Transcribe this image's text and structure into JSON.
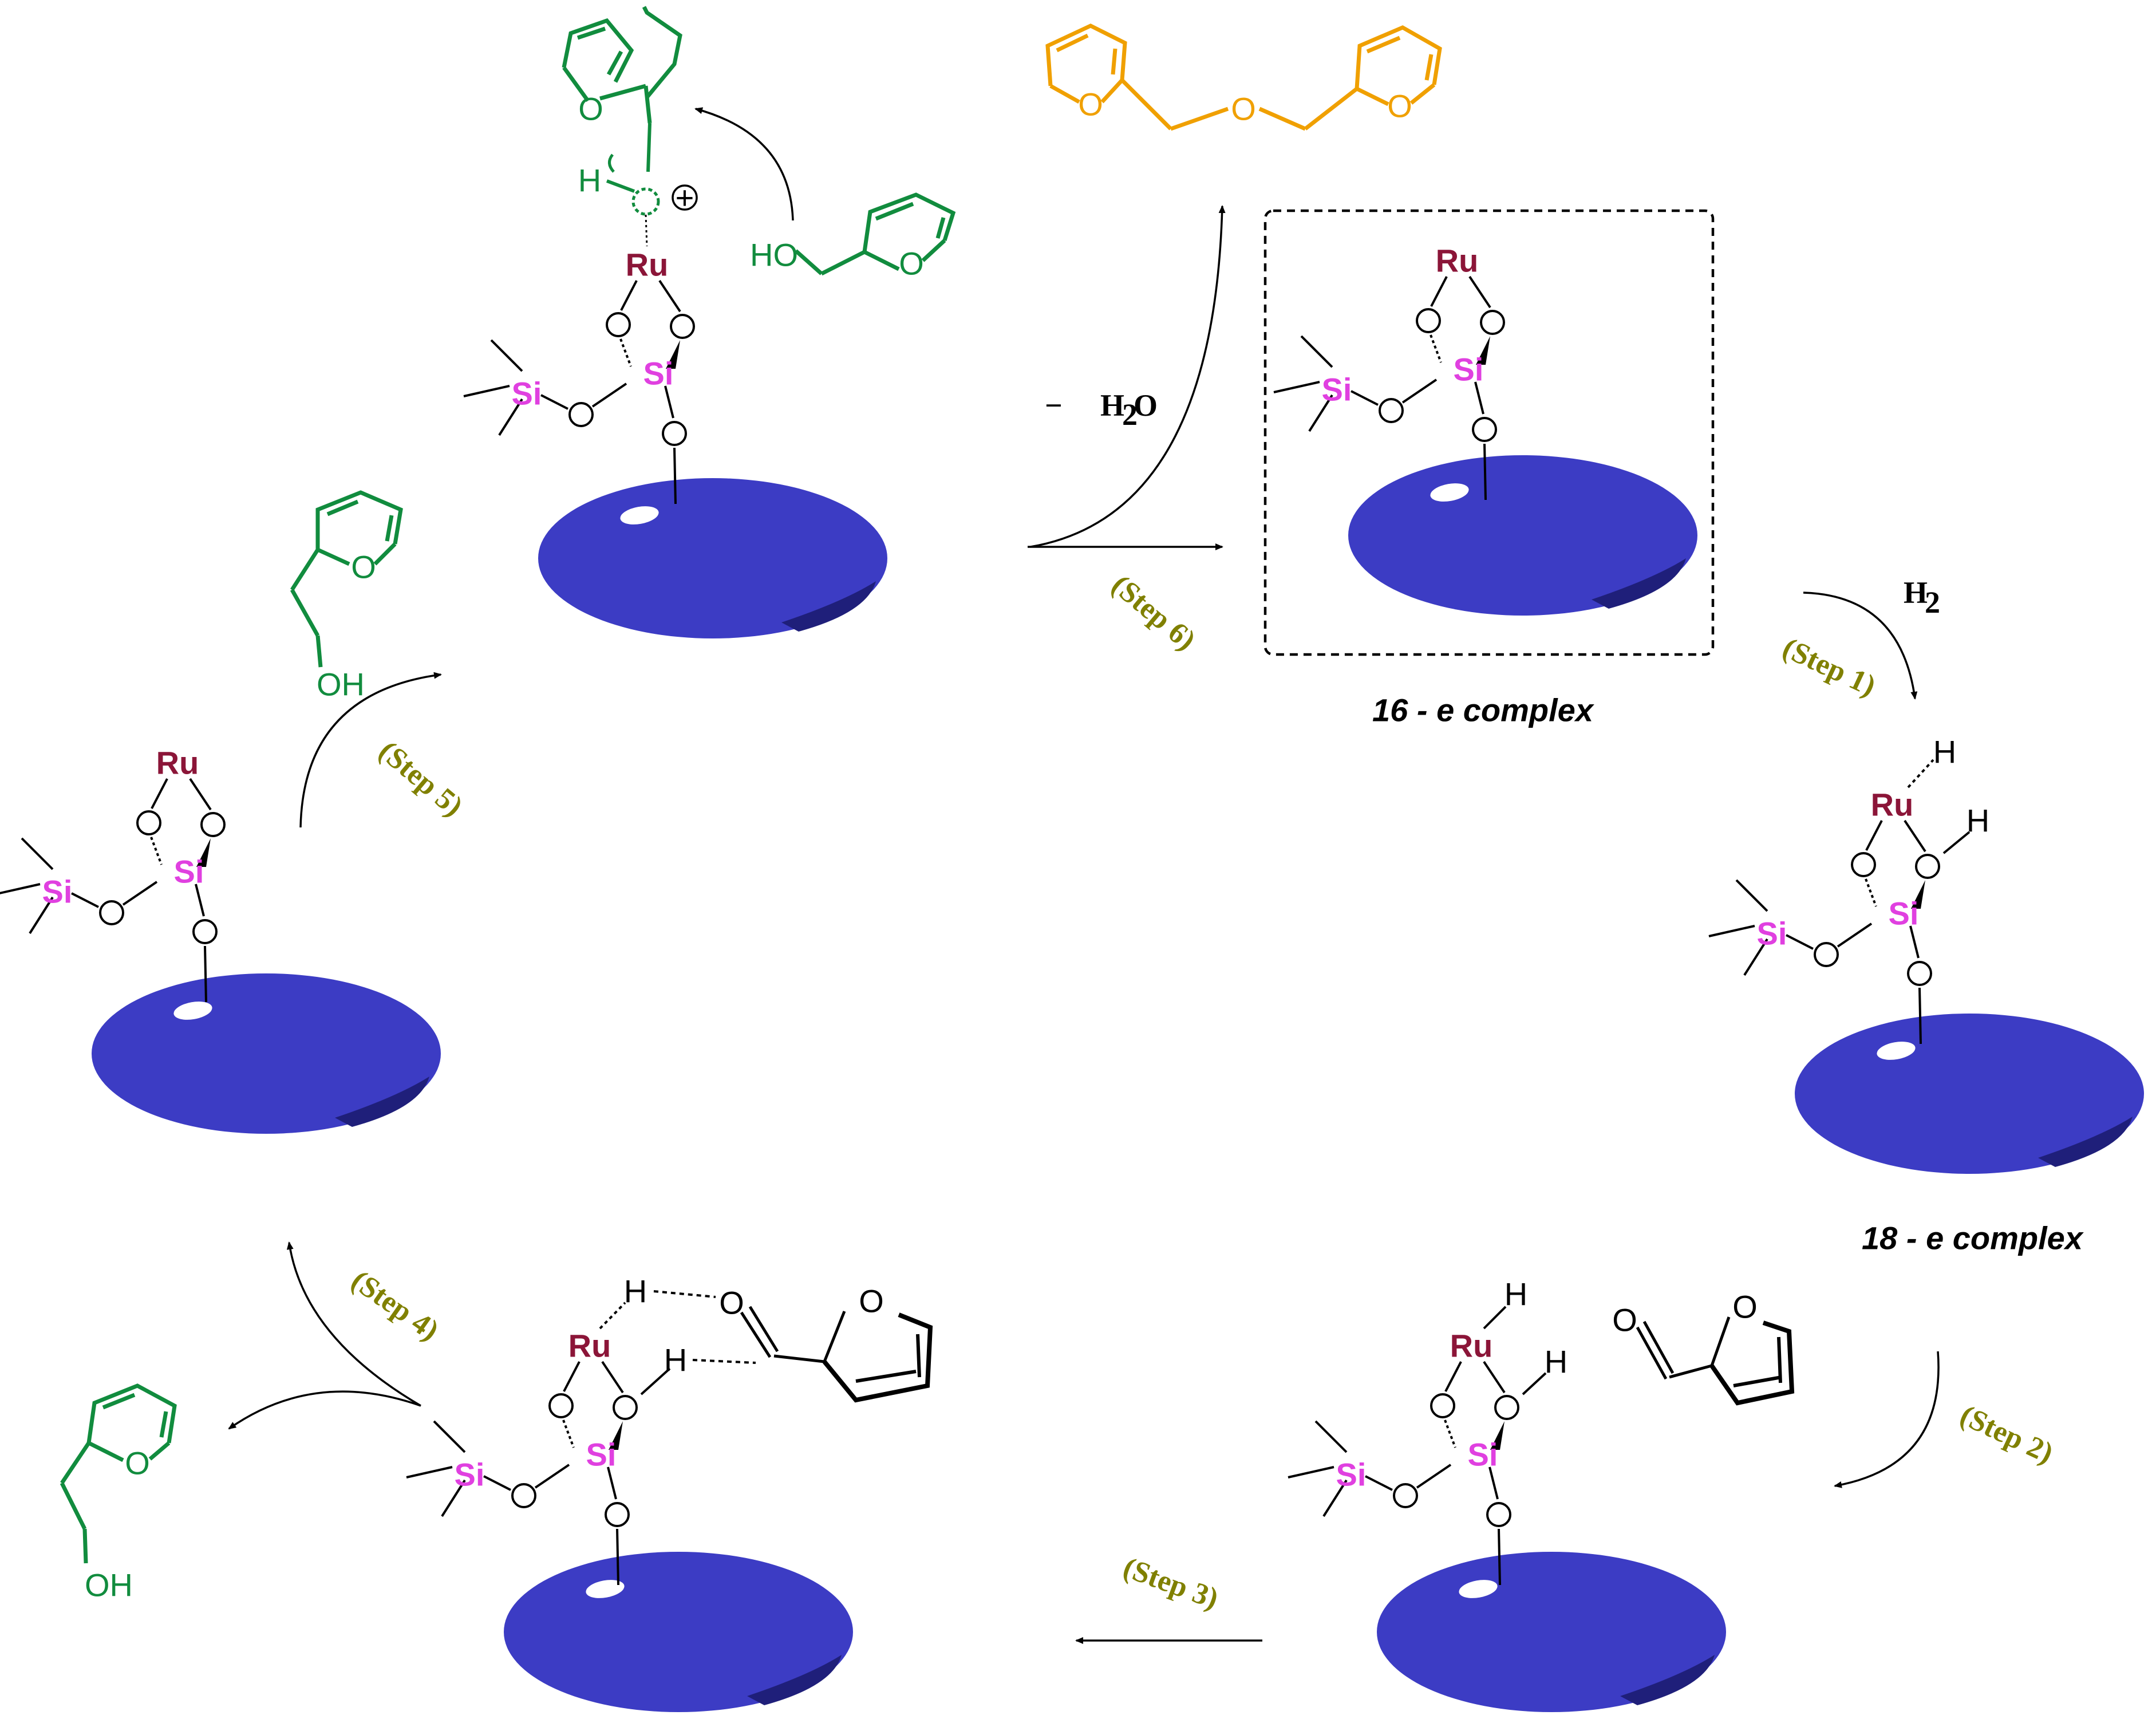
{
  "colors": {
    "support": "#3c3cc4",
    "support_shadow": "#1f1f7a",
    "ru": "#8b1538",
    "si": "#e040e0",
    "step": "#808000",
    "green": "#118c3e",
    "orange": "#f0a000",
    "black": "#000000"
  },
  "atoms": {
    "ru": "Ru",
    "si": "Si",
    "o": "O",
    "h": "H",
    "oh": "OH",
    "ho": "HO"
  },
  "steps": {
    "s1": "(Step 1)",
    "s2": "(Step 2)",
    "s3": "(Step 3)",
    "s4": "(Step 4)",
    "s5": "(Step 5)",
    "s6": "(Step 6)"
  },
  "labels": {
    "complex16": "16 - e complex",
    "complex18": "18 - e complex",
    "h2_reagent": "H",
    "h2_sub": "2",
    "water_minus": "−",
    "water_h": "H",
    "water_sub": "2",
    "water_o": "O",
    "plus": "+"
  }
}
